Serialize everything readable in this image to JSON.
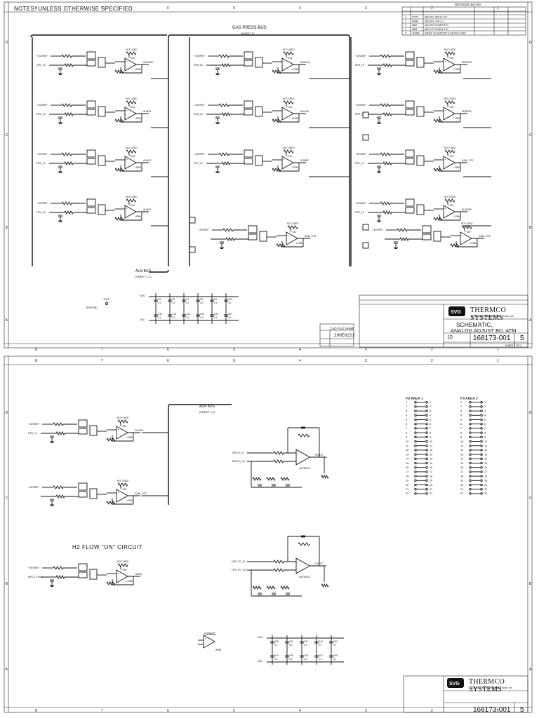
{
  "sheet1": {
    "notes": "NOTES: UNLESS OTHERWISE SPECIFIED",
    "bus_label": "GAS PRESS BUS",
    "bus_ref": "(SHEET 2)",
    "alm_bus": "ALM BUS",
    "alm_bus_ref": "(SHEET 1,2)",
    "revision_title": "REVISION BLOCK",
    "revision_rows": [
      [
        "1",
        "P7673",
        "SEE REL. 5/18 B-1-97"
      ],
      [
        "2",
        "P8049",
        "SEE REF. 7/94 11-1"
      ],
      [
        "3",
        "4862",
        "ADD REF POWER ETC"
      ],
      [
        "4",
        "4868",
        "ADD 1.5 TO PAGE 1.00"
      ],
      [
        "5",
        "J43488",
        "ADDED TO SUPPORT & REVISE COMP"
      ]
    ],
    "nets": [
      "ALM20B",
      "ALM21",
      "ALM22",
      "ALM23",
      "ALM24A",
      "ALM1B",
      "SPARE",
      "SPARES",
      "SPARE2",
      "SAM_OT1"
    ],
    "refs": [
      "+10VREF",
      "DP1_HI",
      "DP2_HI",
      "DP3_HI",
      "DP4_HI",
      "DP5_HI",
      "DP6_HI",
      "DP7_HI",
      "DP8_HI",
      "DP9_HI"
    ],
    "caps": [
      "C5",
      "C6",
      "C7",
      "C8",
      "C9",
      "C13",
      "C14",
      "C15",
      "C16",
      "C25",
      "C26",
      "C27"
    ],
    "cap_values": [
      "0.1",
      "0.1",
      "0.1",
      "0.1",
      "0.1",
      "0.1"
    ],
    "supply_plus": "+15V",
    "supply_minus": "-15V",
    "tp": "TP23",
    "tp_net": "TP5VGND",
    "cad_label": "CAD FILE NAME",
    "cad_no": "290E0151",
    "title_block": {
      "company": "THERMCO SYSTEMS",
      "division": "A Division of Silicon Valley Group, Inc.",
      "title_line1": "SCHEMATIC,",
      "title_line2": "ANALOG ADJUST BD. ATM",
      "drawing_no": "168173-001",
      "rev": "5",
      "size": "10",
      "sheet": "SHEET 1 OF 2"
    }
  },
  "sheet2": {
    "alm_bus": "ALM BUS",
    "alm_bus_ref": "(SHEET 1,2)",
    "h2_flow_title": "H2 FLOW \"ON\" CIRCUIT",
    "nets": [
      "ALM1B",
      "SAM_OT2",
      "TRCH1_LO",
      "TRCH1_HI",
      "TRCH1",
      "HF2_TC_LO",
      "HF2_TC_HI",
      "HCRTC",
      "H2ON",
      "MFC3_FLH1"
    ],
    "spare_label": "SPARE",
    "p8_area1": "P8 AREA 1",
    "p8_area2": "P8 AREA 2",
    "p8_pins": [
      "1",
      "2",
      "3",
      "4",
      "5",
      "6",
      "7",
      "8",
      "9",
      "10",
      "11",
      "12",
      "13",
      "14",
      "15",
      "16",
      "17",
      "18",
      "19",
      "20",
      "21",
      "22"
    ],
    "caps": [
      "C39",
      "C40",
      "C41",
      "C42",
      "C43",
      "C44",
      "C45",
      "C46",
      "C47",
      "C48"
    ],
    "cap_value": "0.1",
    "ic_labels": [
      "LM725CN",
      "LM725CN",
      "LF356",
      "LF356"
    ],
    "title_block": {
      "company": "THERMCO SYSTEMS",
      "division": "A Division of Silicon Valley Group, Inc.",
      "drawing_no": "168173-001",
      "rev": "5"
    }
  },
  "grid": {
    "rows": [
      "D",
      "C",
      "B",
      "A"
    ],
    "cols": [
      "8",
      "7",
      "6",
      "5",
      "4",
      "3",
      "2",
      "1"
    ]
  }
}
